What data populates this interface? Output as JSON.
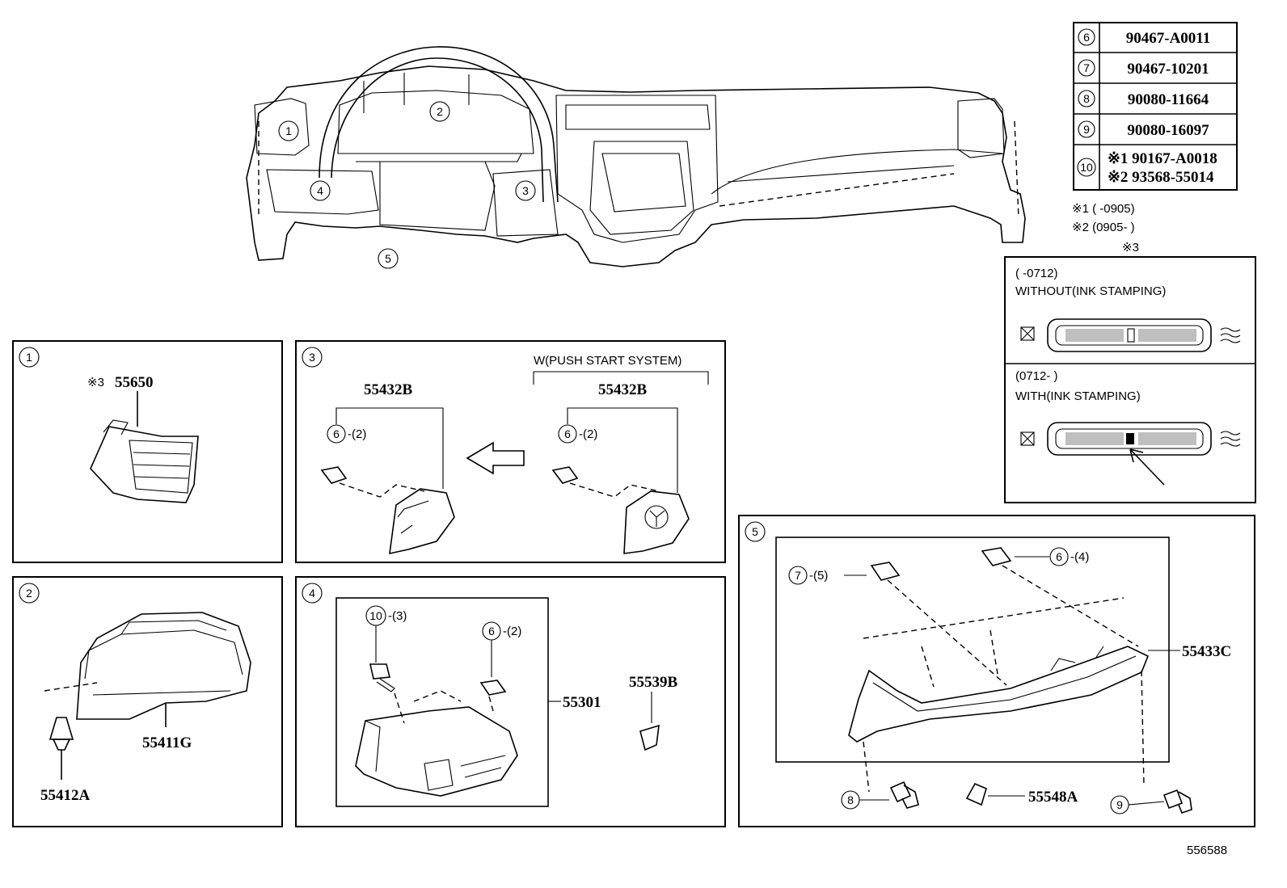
{
  "parts_table": [
    {
      "ref": "6",
      "part": "90467-A0011"
    },
    {
      "ref": "7",
      "part": "90467-10201"
    },
    {
      "ref": "8",
      "part": "90080-11664"
    },
    {
      "ref": "9",
      "part": "90080-16097"
    },
    {
      "ref": "10",
      "part_a": "※1 90167-A0018",
      "part_b": "※2 93568-55014"
    }
  ],
  "footnotes": {
    "note1": "※1 (      -0905)",
    "note2": "※2 (0905-      )",
    "note3": "※3"
  },
  "stamp_box": {
    "row1_range": "(      -0712)",
    "row1_label": "WITHOUT(INK STAMPING)",
    "row2_range": "(0712-      )",
    "row2_label": "WITH(INK STAMPING)"
  },
  "overview_callouts": [
    "1",
    "2",
    "3",
    "4",
    "5"
  ],
  "panel1": {
    "num": "1",
    "prefix": "※3",
    "part": "55650"
  },
  "panel2": {
    "num": "2",
    "part_a": "55411G",
    "part_b": "55412A"
  },
  "panel3": {
    "num": "3",
    "variant_label": "W(PUSH START SYSTEM)",
    "left_part": "55432B",
    "right_part": "55432B",
    "ref": "6",
    "qty": "-(2)"
  },
  "panel4": {
    "num": "4",
    "ref_a": "10",
    "qty_a": "-(3)",
    "ref_b": "6",
    "qty_b": "-(2)",
    "part_a": "55301",
    "part_b": "55539B"
  },
  "panel5": {
    "num": "5",
    "ref_a": "7",
    "qty_a": "-(5)",
    "ref_b": "6",
    "qty_b": "-(4)",
    "part_a": "55433C",
    "ref_c": "8",
    "part_b": "55548A",
    "ref_d": "9"
  },
  "drawing_number": "556588"
}
